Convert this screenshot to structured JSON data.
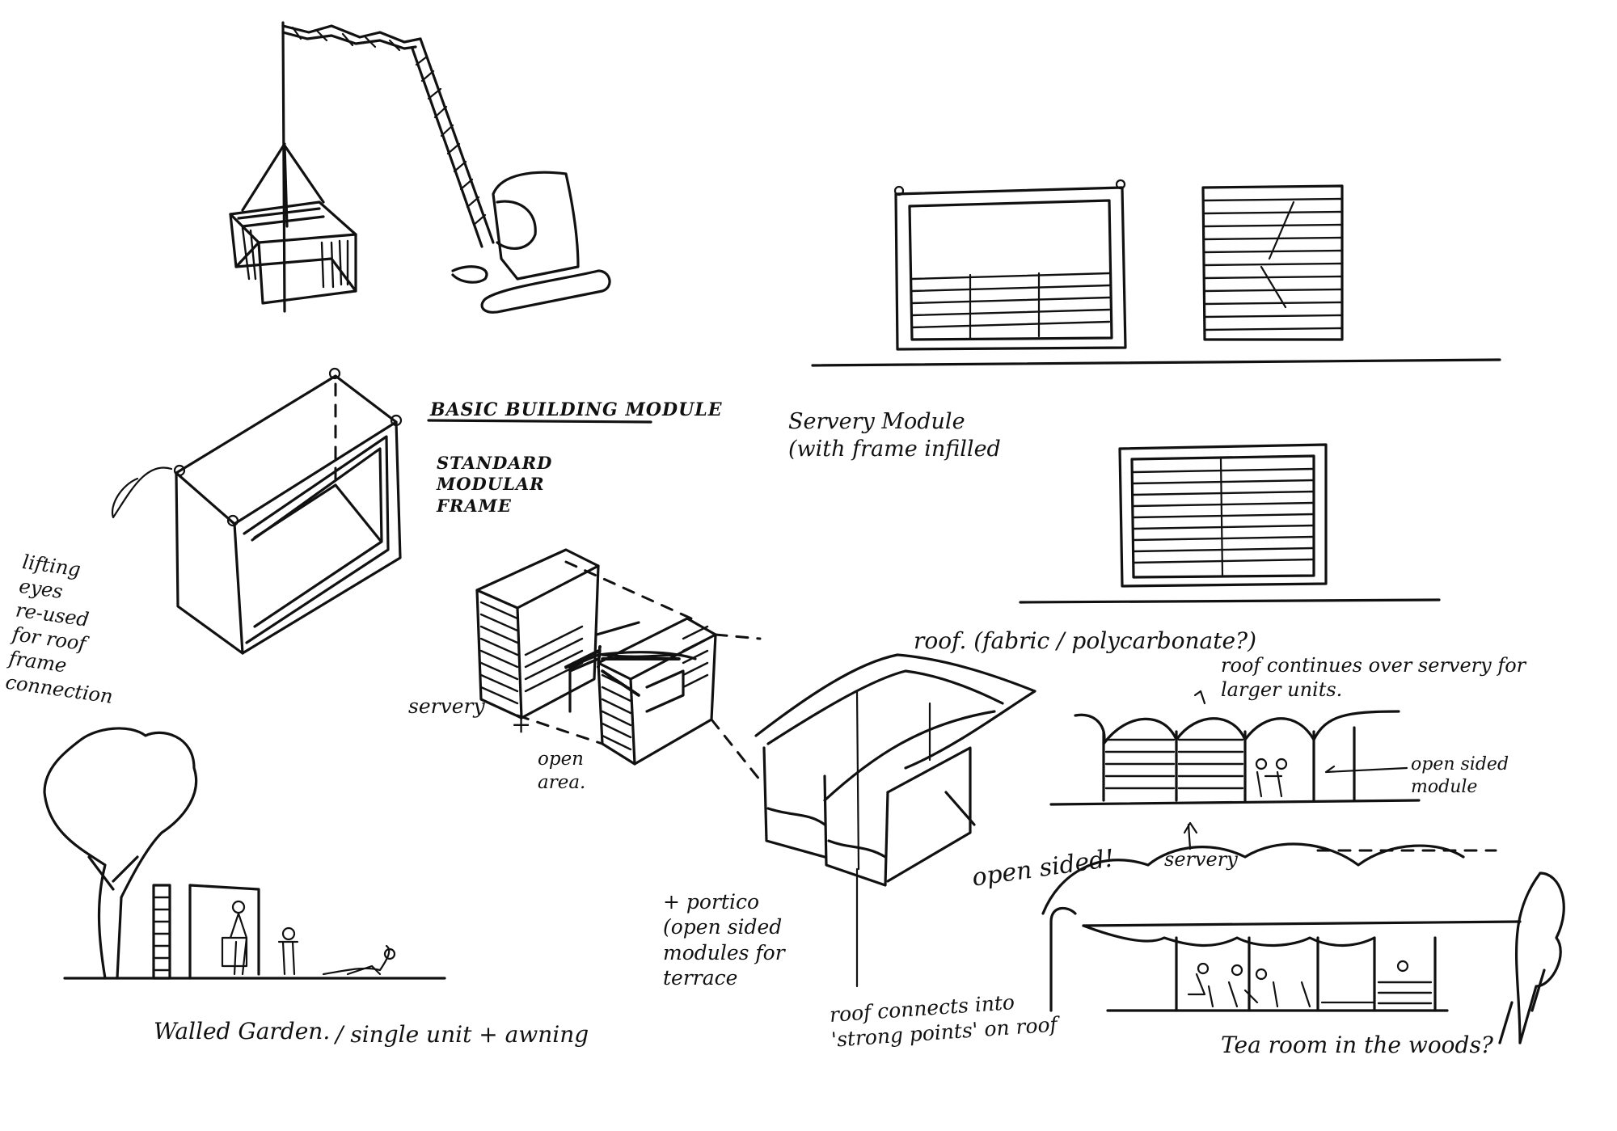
{
  "sheet": {
    "background": "#ffffff",
    "ink": "#111111"
  },
  "notes": {
    "basic_module_title": "BASIC BUILDING MODULE",
    "standard_frame": "STANDARD\nMODULAR\nFRAME",
    "lifting_eyes": "lifting\neyes\nre-used\nfor roof\nframe\nconnection",
    "servery_module": "Servery Module\n(with frame infilled",
    "servery": "servery",
    "plus": "+",
    "open_area": "open\narea.",
    "roof_fabric": "roof. (fabric / polycarbonate?)",
    "roof_continues": "roof continues over servery for\nlarger units.",
    "open_sided_module": "open sided\nmodule",
    "open_sided": "open sided!",
    "servery_2": "servery",
    "portico": "+ portico\n(open sided\nmodules for\nterrace",
    "roof_connects": "roof connects into\n'strong points' on roof",
    "walled_garden": "Walled Garden.",
    "single_unit": "/ single unit + awning",
    "tea_room": "Tea room in the woods?"
  }
}
